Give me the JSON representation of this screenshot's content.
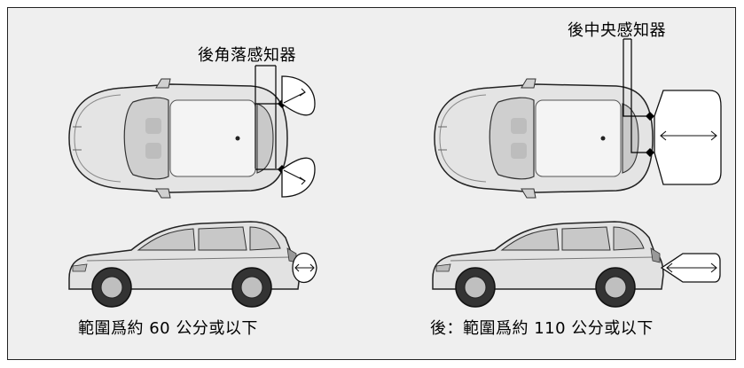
{
  "labels": {
    "rear_corner_sensor": "後角落感知器",
    "rear_center_sensor": "後中央感知器"
  },
  "captions": {
    "left": "範圍爲約 60 公分或以下",
    "right": "後：範圍爲約 110 公分或以下"
  },
  "colors": {
    "panel_bg": "#efefef",
    "car_body": "#e2e2e2",
    "outline": "#111111"
  }
}
